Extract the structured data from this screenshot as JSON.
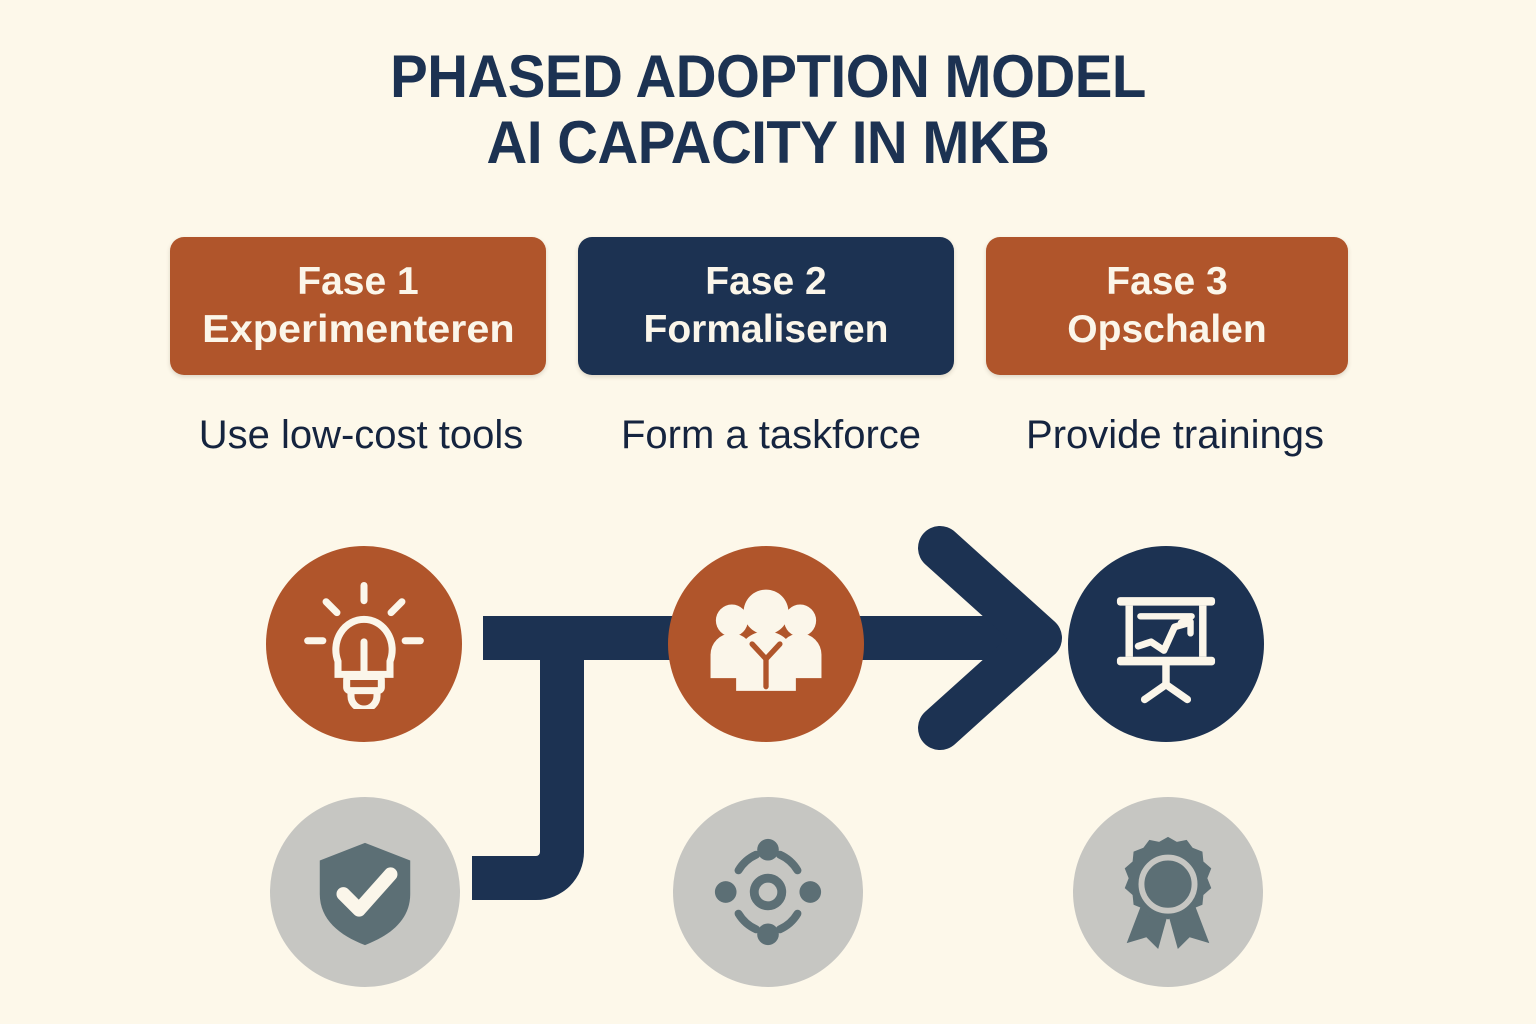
{
  "title": {
    "line1": "PHASED ADOPTION MODEL",
    "line2": "AI CAPACITY IN MKB"
  },
  "colors": {
    "background": "#fdf8ea",
    "navy": "#1c3252",
    "terracotta": "#b0552b",
    "grey_circle": "#c6c6c2",
    "grey_icon": "#5c6f75",
    "cream_text": "#fbf6ea"
  },
  "phases": [
    {
      "badge_top": "Fase 1",
      "badge_sub": "Experimenteren",
      "badge_color": "#b0552b",
      "caption": "Use low-cost tools",
      "top_icon": "lightbulb-icon",
      "top_icon_fill": "#b0552b",
      "bottom_icon": "shield-check-icon"
    },
    {
      "badge_top": "Fase 2",
      "badge_sub": "Formaliseren",
      "badge_color": "#1c3252",
      "caption": "Form a taskforce",
      "top_icon": "people-group-icon",
      "top_icon_fill": "#b0552b",
      "bottom_icon": "network-hub-icon"
    },
    {
      "badge_top": "Fase 3",
      "badge_sub": "Opschalen",
      "badge_color": "#b0552b",
      "caption": "Provide trainings",
      "top_icon": "presentation-chart-icon",
      "top_icon_fill": "#1c3252",
      "bottom_icon": "award-rosette-icon"
    }
  ],
  "connector": {
    "name": "flow-arrow-connector",
    "color": "#1c3252",
    "direction": "left-to-right-with-branch-down"
  }
}
